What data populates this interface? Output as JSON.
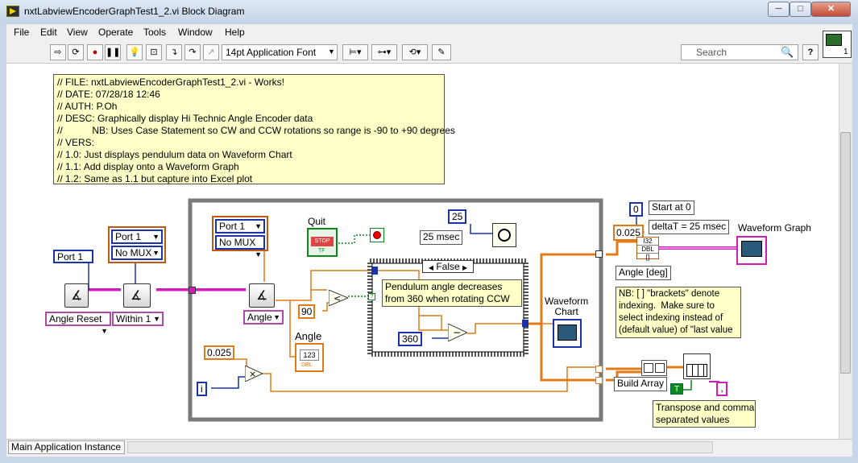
{
  "window": {
    "title": "nxtLabviewEncoderGraphTest1_2.vi Block Diagram",
    "min_label": "─",
    "max_label": "□",
    "close_label": "✕"
  },
  "menu": {
    "items": [
      "File",
      "Edit",
      "View",
      "Operate",
      "Tools",
      "Window",
      "Help"
    ]
  },
  "toolbar": {
    "font_select": "14pt Application Font",
    "search_placeholder": "Search",
    "help_label": "?"
  },
  "diagram": {
    "comment_lines": "// FILE: nxtLabviewEncoderGraphTest1_2.vi - Works!\n// DATE: 07/28/18 12:46\n// AUTH: P.Oh\n// DESC: Graphically display Hi Technic Angle Encoder data\n//           NB: Uses Case Statement so CW and CCW rotations so range is -90 to +90 degrees\n// VERS:\n// 1.0: Just displays pendulum data on Waveform Chart\n// 1.1: Add display onto a Waveform Graph\n// 1.2: Same as 1.1 but capture into Excel plot",
    "left": {
      "port_outer": "Port 1",
      "port_stack": "Port 1",
      "mux": "No MUX",
      "angle_reset": "Angle Reset",
      "within": "Within 1"
    },
    "loop": {
      "port": "Port 1",
      "mux": "No MUX",
      "quit_label": "Quit",
      "stop_text": "STOP",
      "tf_text": "TF",
      "wait_const": "25",
      "wait_label": "25 msec",
      "angle_select": "Angle",
      "const_90": "90",
      "angle_indicator_label": "Angle",
      "angle_indicator_text": "123",
      "angle_indicator_type": "DBL",
      "const_0025": "0.025",
      "iteration": "i",
      "case_selector": "False",
      "case_comment": "Pendulum angle decreases\nfrom 360 when rotating CCW",
      "const_360": "360",
      "waveform_chart_label": "Waveform\nChart"
    },
    "right": {
      "const_0": "0",
      "start_label": "Start at 0",
      "const_0025": "0.025",
      "delta_label": "deltaT = 25 msec",
      "graph_label": "Waveform Graph",
      "angle_deg_label": "Angle [deg]",
      "note": "NB: [ ] \"brackets\" denote\nindexing.  Make sure to\nselect indexing instead of\n(default value) of \"last value",
      "build_array_label": "Build Array",
      "transpose_bool": "T",
      "comma_const": ",",
      "transpose_label": "Transpose and comma\nseparated values"
    }
  },
  "status": {
    "instance": "Main Application Instance"
  },
  "colors": {
    "wire_orange": "#e07b18",
    "wire_blue": "#1a33aa",
    "wire_pink": "#d01cb8",
    "wire_green": "#0a8a1a",
    "loop_gray": "#7a7a7a"
  }
}
